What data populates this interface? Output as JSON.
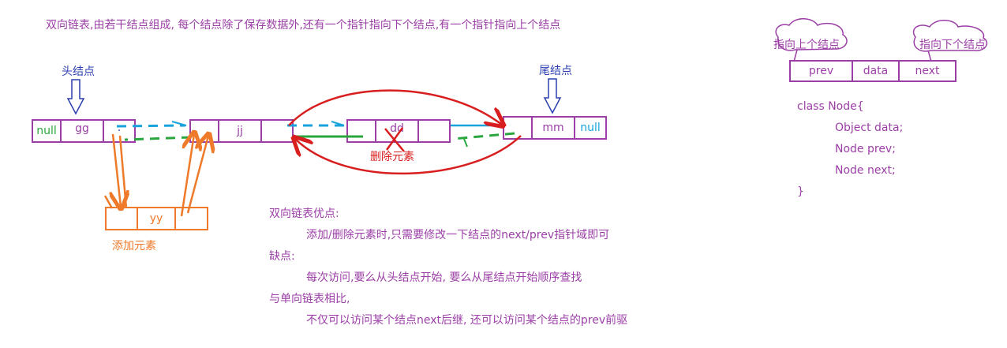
{
  "title": "双向链表,由若干结点组成, 每个结点除了保存数据外,还有一个指针指向下个结点,有一个指针指向上个结点",
  "labels": {
    "head": "头结点",
    "tail": "尾结点",
    "add": "添加元素",
    "delete": "删除元素"
  },
  "nodes": {
    "n1": {
      "prev": "null",
      "data": "gg",
      "next": "."
    },
    "n2": {
      "data": "jj"
    },
    "n3": {
      "data": "dd"
    },
    "n4": {
      "data": "mm",
      "next": "null"
    },
    "new": {
      "data": "yy"
    }
  },
  "legend": {
    "prev_note": "指向上个结点",
    "next_note": "指向下个结点",
    "prev": "prev",
    "data": "data",
    "next": "next"
  },
  "code": [
    "class  Node{",
    "Object data;",
    "Node  prev;",
    "Node next;",
    "}"
  ],
  "notes": {
    "pros_title": "双向链表优点:",
    "pros_text": "添加/删除元素时,只需要修改一下结点的next/prev指针域即可",
    "cons_title": "缺点:",
    "cons_text": "每次访问,要么从头结点开始, 要么从尾结点开始顺序查找",
    "compare_title": "与单向链表相比,",
    "compare_text": "不仅可以访问某个结点next后继, 还可以访问某个结点的prev前驱"
  },
  "colors": {
    "purple": "#9b3fa6",
    "blue": "#2b3fb0",
    "orange": "#ee7a2a",
    "red": "#d81e1e",
    "green": "#2aa63f",
    "cyan": "#18a3dd"
  }
}
